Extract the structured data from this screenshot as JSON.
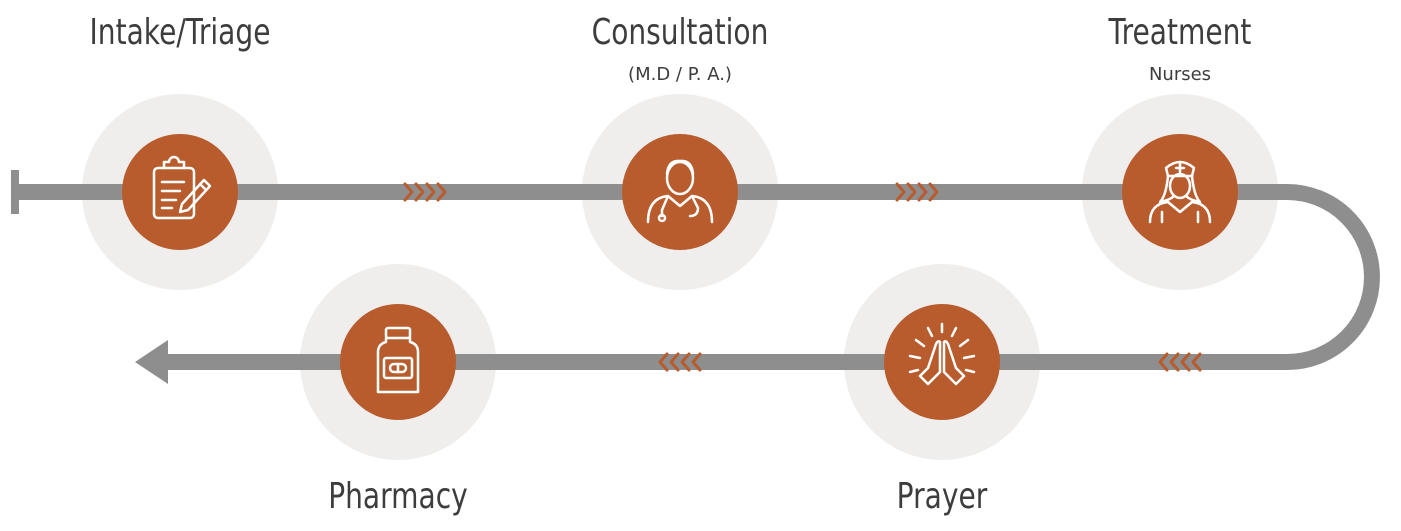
{
  "colors": {
    "accent": "#b85c2e",
    "track": "#8e8e8e",
    "halo": "#efeeec",
    "text": "#3d3d3d"
  },
  "steps": [
    {
      "title": "Intake/Triage",
      "subtitle": "",
      "icon": "clipboard-icon"
    },
    {
      "title": "Consultation",
      "subtitle": "(M.D / P. A.)",
      "icon": "doctor-icon"
    },
    {
      "title": "Treatment",
      "subtitle": "Nurses",
      "icon": "nurse-icon"
    },
    {
      "title": "Prayer",
      "subtitle": "",
      "icon": "praying-hands-icon"
    },
    {
      "title": "Pharmacy",
      "subtitle": "",
      "icon": "pill-bottle-icon"
    }
  ]
}
